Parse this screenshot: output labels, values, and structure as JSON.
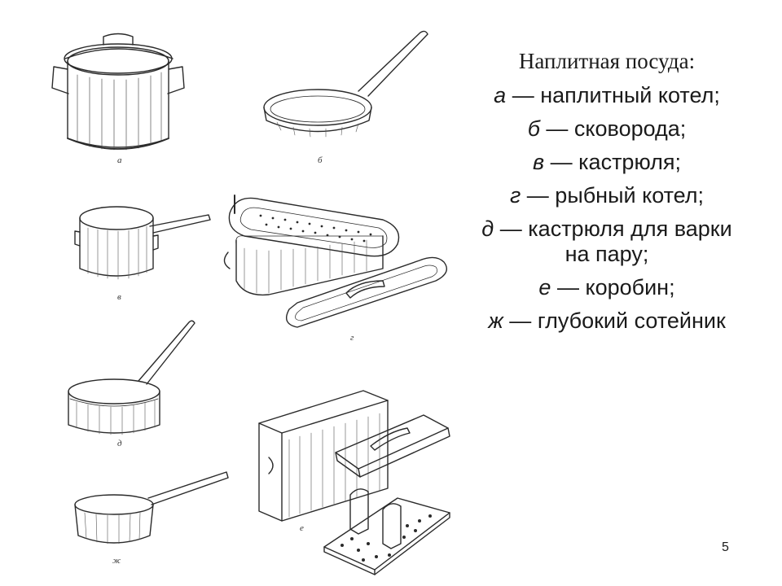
{
  "heading": "Наплитная посуда:",
  "items": [
    {
      "letter": "а",
      "text": "наплитный котел;"
    },
    {
      "letter": "б",
      "text": "сковорода;"
    },
    {
      "letter": "в",
      "text": "кастрюля;"
    },
    {
      "letter": "г",
      "text": "рыбный котел;"
    },
    {
      "letter": "д",
      "text": "кастрюля для варки на пару;"
    },
    {
      "letter": "е",
      "text": "коробин;"
    },
    {
      "letter": "ж",
      "text": "глубокий сотейник"
    }
  ],
  "dash": "—",
  "figure_labels": {
    "a": "а",
    "b": "б",
    "v": "в",
    "g": "г",
    "d": "д",
    "e": "е",
    "zh": "ж"
  },
  "page_number": "5",
  "colors": {
    "line": "#2a2a2a",
    "background": "#ffffff"
  }
}
